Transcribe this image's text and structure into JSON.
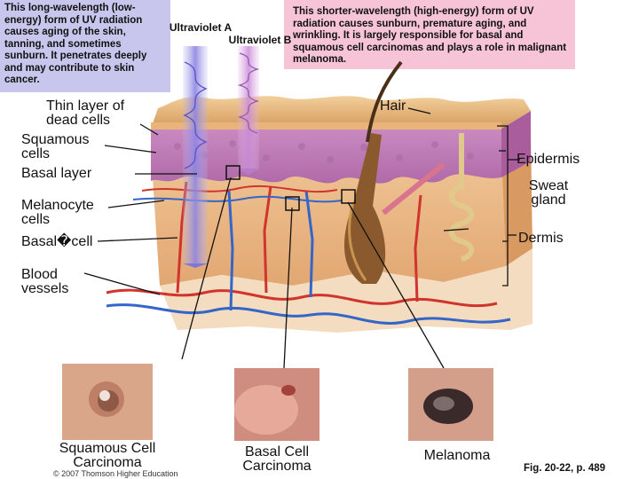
{
  "uva_box": {
    "text": "This long-wavelength (low-energy) form of UV radiation causes aging of the skin, tanning, and sometimes sunburn. It penetrates deeply and may contribute to skin cancer."
  },
  "uvb_box": {
    "text": "This shorter-wavelength (high-energy) form of UV radiation causes sunburn, premature aging, and wrinkling. It is largely responsible for basal and squamous cell carcinomas and plays a role in malignant melanoma."
  },
  "rays": {
    "uva_label": "Ultraviolet A",
    "uvb_label": "Ultraviolet B"
  },
  "labels": {
    "thin_layer": "Thin layer of dead cells",
    "squamous_cells": "Squamous cells",
    "basal_layer": "Basal layer",
    "melanocyte_cells": "Melanocyte cells",
    "basal_cell": "Basal�cell",
    "blood_vessels": "Blood vessels",
    "hair": "Hair",
    "epidermis": "Epidermis",
    "sweat_gland": "Sweat gland",
    "dermis": "Dermis"
  },
  "photos": {
    "squamous": "Squamous Cell Carcinoma",
    "basal": "Basal Cell Carcinoma",
    "melanoma": "Melanoma"
  },
  "credit": "© 2007 Thomson Higher Education",
  "figure_ref": "Fig. 20-22, p. 489",
  "colors": {
    "uva_box": "#c9c6ee",
    "uvb_box": "#f6c4d6",
    "epidermis": "#cf9ac9",
    "dermis": "#e9b889",
    "blood_red": "#d0342c",
    "blood_blue": "#3465c8"
  }
}
